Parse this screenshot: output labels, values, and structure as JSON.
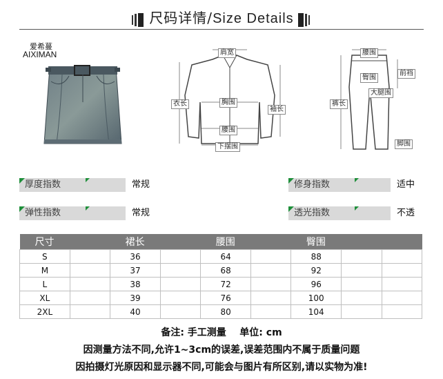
{
  "header": {
    "title_cn": "尺码详情/",
    "title_en": "Size Details"
  },
  "brand": {
    "name_cn": "爱希蔓",
    "name_en": "AIXIMAN"
  },
  "diagram_jacket": {
    "shoulder": "肩宽",
    "length": "衣长",
    "chest": "胸围",
    "sleeve": "袖长",
    "waist": "腰围",
    "hem": "下摆围"
  },
  "diagram_pants": {
    "waist": "腰围",
    "length": "裤长",
    "front_rise": "前裆",
    "hip": "臀围",
    "thigh": "大腿围",
    "leg_opening": "脚围"
  },
  "attributes": {
    "left": [
      {
        "label": "厚度指数",
        "value": "常规"
      },
      {
        "label": "弹性指数",
        "value": "常规"
      }
    ],
    "right": [
      {
        "label": "修身指数",
        "value": "适中"
      },
      {
        "label": "透光指数",
        "value": "不透"
      }
    ]
  },
  "table": {
    "headers": [
      "尺寸",
      "裙长",
      "腰围",
      "臀围"
    ],
    "rows": [
      [
        "S",
        "36",
        "64",
        "88"
      ],
      [
        "M",
        "37",
        "68",
        "92"
      ],
      [
        "L",
        "38",
        "72",
        "96"
      ],
      [
        "XL",
        "39",
        "76",
        "100"
      ],
      [
        "2XL",
        "40",
        "80",
        "104"
      ]
    ]
  },
  "notes": {
    "line1": "备注: 手工测量    单位: cm",
    "line2": "因测量方法不同,允许1~3cm的误差,误差范围内不属于质量问题",
    "line3": "因拍摄灯光原因和显示器不同,可能会与图片有所区别,请以实物为准!"
  },
  "colors": {
    "accent_green": "#1e8f3a",
    "header_gray": "#7a7a7a"
  }
}
